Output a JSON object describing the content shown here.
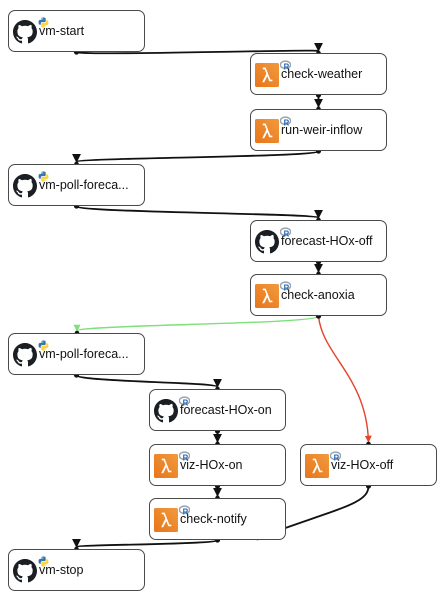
{
  "diagram": {
    "nodes": [
      {
        "id": "vm-start",
        "label": "vm-start",
        "icon": "github-icon",
        "badge": "python-badge-icon"
      },
      {
        "id": "check-weather",
        "label": "check-weather",
        "icon": "aws-lambda-icon",
        "badge": "r-badge-icon"
      },
      {
        "id": "run-weir-inflow",
        "label": "run-weir-inflow",
        "icon": "aws-lambda-icon",
        "badge": "r-badge-icon"
      },
      {
        "id": "vm-poll-forecast-1",
        "label": "vm-poll-foreca...",
        "icon": "github-icon",
        "badge": "python-badge-icon"
      },
      {
        "id": "forecast-HOx-off",
        "label": "forecast-HOx-off",
        "icon": "github-icon",
        "badge": "r-badge-icon"
      },
      {
        "id": "check-anoxia",
        "label": "check-anoxia",
        "icon": "aws-lambda-icon",
        "badge": "r-badge-icon"
      },
      {
        "id": "vm-poll-forecast-2",
        "label": "vm-poll-foreca...",
        "icon": "github-icon",
        "badge": "python-badge-icon"
      },
      {
        "id": "forecast-HOx-on",
        "label": "forecast-HOx-on",
        "icon": "github-icon",
        "badge": "r-badge-icon"
      },
      {
        "id": "viz-HOx-on",
        "label": "viz-HOx-on",
        "icon": "aws-lambda-icon",
        "badge": "r-badge-icon"
      },
      {
        "id": "viz-HOx-off",
        "label": "viz-HOx-off",
        "icon": "aws-lambda-icon",
        "badge": "r-badge-icon"
      },
      {
        "id": "check-notify",
        "label": "check-notify",
        "icon": "aws-lambda-icon",
        "badge": "r-badge-icon"
      },
      {
        "id": "vm-stop",
        "label": "vm-stop",
        "icon": "github-icon",
        "badge": "python-badge-icon"
      }
    ],
    "edges": [
      {
        "from": "vm-start",
        "to": "check-weather",
        "status": "default"
      },
      {
        "from": "check-weather",
        "to": "run-weir-inflow",
        "status": "default"
      },
      {
        "from": "run-weir-inflow",
        "to": "vm-poll-forecast-1",
        "status": "default"
      },
      {
        "from": "vm-poll-forecast-1",
        "to": "forecast-HOx-off",
        "status": "default"
      },
      {
        "from": "forecast-HOx-off",
        "to": "check-anoxia",
        "status": "default"
      },
      {
        "from": "check-anoxia",
        "to": "vm-poll-forecast-2",
        "status": "success"
      },
      {
        "from": "check-anoxia",
        "to": "viz-HOx-off",
        "status": "failure"
      },
      {
        "from": "vm-poll-forecast-2",
        "to": "forecast-HOx-on",
        "status": "default"
      },
      {
        "from": "forecast-HOx-on",
        "to": "viz-HOx-on",
        "status": "default"
      },
      {
        "from": "viz-HOx-on",
        "to": "check-notify",
        "status": "default"
      },
      {
        "from": "viz-HOx-off",
        "to": "check-notify",
        "status": "default"
      },
      {
        "from": "check-notify",
        "to": "vm-stop",
        "status": "default"
      }
    ],
    "colors": {
      "edge_default": "#111111",
      "edge_success": "#7ee07a",
      "edge_failure": "#e2452b",
      "lambda_orange": "#e8751a",
      "lambda_orange_light": "#f19a3e",
      "github_black": "#1b1f23",
      "python_blue": "#3776ab",
      "python_yellow": "#ffd43b",
      "r_blue": "#2168b8",
      "r_gray": "#9aa3ad"
    }
  }
}
